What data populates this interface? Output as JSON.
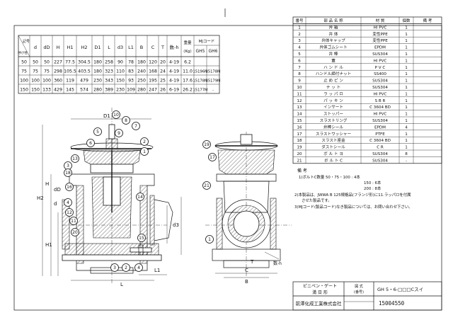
{
  "dim_table": {
    "headers": [
      "d",
      "dD",
      "H",
      "H1",
      "H2",
      "D1",
      "L",
      "d3",
      "L1",
      "B",
      "C",
      "T",
      "数-h"
    ],
    "weight_header": "重量",
    "weight_unit": "(Kg)",
    "mj_header": "MJコード",
    "mj_sub": [
      "GH5",
      "GH6"
    ],
    "corner_top": "記号",
    "corner_bottom": "呼び径",
    "rows": [
      [
        "50",
        "50",
        "50",
        "227",
        "77.5",
        "304.5",
        "180",
        "258",
        "90",
        "78",
        "180",
        "120",
        "20",
        "4-19",
        "6.2",
        "",
        ""
      ],
      [
        "75",
        "75",
        "75",
        "298",
        "105.5",
        "403.5",
        "180",
        "323",
        "110",
        "83",
        "240",
        "168",
        "24",
        "4-19",
        "11.0",
        "15196M",
        "15178M"
      ],
      [
        "100",
        "100",
        "100",
        "360",
        "119",
        "479",
        "230",
        "343",
        "150",
        "93",
        "250",
        "195",
        "25",
        "4-19",
        "17.6",
        "15178M",
        "15179M"
      ],
      [
        "150",
        "150",
        "133",
        "429",
        "145",
        "574",
        "280",
        "389",
        "230",
        "109",
        "280",
        "247",
        "26",
        "6-19",
        "26.2",
        "15177M",
        "-"
      ]
    ]
  },
  "parts_table": {
    "headers": [
      "番号",
      "部 品 名 称",
      "材 質",
      "個数",
      "備 考"
    ],
    "rows": [
      [
        "1",
        "弁 箱",
        "HI PVC",
        "1",
        ""
      ],
      [
        "2",
        "弁 体",
        "変性PPE",
        "1",
        ""
      ],
      [
        "3",
        "弁体キャップ",
        "変性PPE",
        "1",
        ""
      ],
      [
        "4",
        "弁体ゴムシート",
        "EPDM",
        "1",
        ""
      ],
      [
        "5",
        "弁 棒",
        "SUS304",
        "1",
        ""
      ],
      [
        "6",
        "蓋",
        "HI PVC",
        "1",
        ""
      ],
      [
        "7",
        "ハ ン ド ル",
        "P V C",
        "1",
        ""
      ],
      [
        "8",
        "ハンドル締付ナット",
        "SS400",
        "1",
        ""
      ],
      [
        "9",
        "止 め ピ ン",
        "SUS304",
        "1",
        ""
      ],
      [
        "10",
        "ナ ッ ト",
        "SUS304",
        "1",
        ""
      ],
      [
        "11",
        "ラ ッ パ ロ",
        "HI PVC",
        "1",
        ""
      ],
      [
        "12",
        "パ ッ キ ン",
        "S B R",
        "1",
        ""
      ],
      [
        "13",
        "インサート",
        "C 3604 BD",
        "1",
        ""
      ],
      [
        "14",
        "ストッパー",
        "HI PVC",
        "1",
        ""
      ],
      [
        "15",
        "スラストリング",
        "SUS304",
        "1",
        ""
      ],
      [
        "16",
        "弁棒シール",
        "EPDM",
        "4",
        ""
      ],
      [
        "17",
        "スラストワッシャー",
        "PTFE",
        "1",
        ""
      ],
      [
        "18",
        "スラスト座金",
        "C 3604 BD",
        "1",
        ""
      ],
      [
        "19",
        "ダストシール",
        "C R",
        "1",
        ""
      ],
      [
        "20",
        "ボ ル ト ヨ",
        "SUS304",
        "8",
        ""
      ],
      [
        "21",
        "ボ ル ト C",
        "SUS304",
        "-",
        ""
      ]
    ]
  },
  "notes": {
    "title": "備 考",
    "lines": [
      "1)ボルトC数量 50・75・100 : 4本",
      "150 : 6本",
      "200 : 8本",
      "2)本製品は、JWWA B 125規格品(フランジ形)に11.ラッパロを付属",
      "させた製品です。",
      "3)MJコード(製品コード)なき製品については、お問い合わせ下さい。"
    ]
  },
  "title_block": {
    "name_line1": "ピニペン・ゲート",
    "name_line2": "満 日 形",
    "drawing_no_label": "図 式\n(番号)",
    "model": "GH 5・6-□□□Cスイ",
    "company": "前澤化成工業株式会社",
    "drawing_number": "15004550"
  },
  "drawing_labels": {
    "D1": "D1",
    "H": "H",
    "H1": "H1",
    "H2": "H2",
    "dD": "dD",
    "d": "d",
    "d3": "d3",
    "L": "L",
    "L1": "L1",
    "B": "B",
    "C": "C",
    "T": "T",
    "bolt": "数-h"
  },
  "balloons_left": [
    "10",
    "8",
    "9",
    "5",
    "7",
    "6",
    "13",
    "3",
    "18",
    "16",
    "4",
    "12",
    "11",
    "20",
    "14",
    "15",
    "2",
    "1",
    "3",
    "2",
    "4"
  ],
  "balloons_right": [
    "19",
    "17",
    "21",
    "1"
  ]
}
